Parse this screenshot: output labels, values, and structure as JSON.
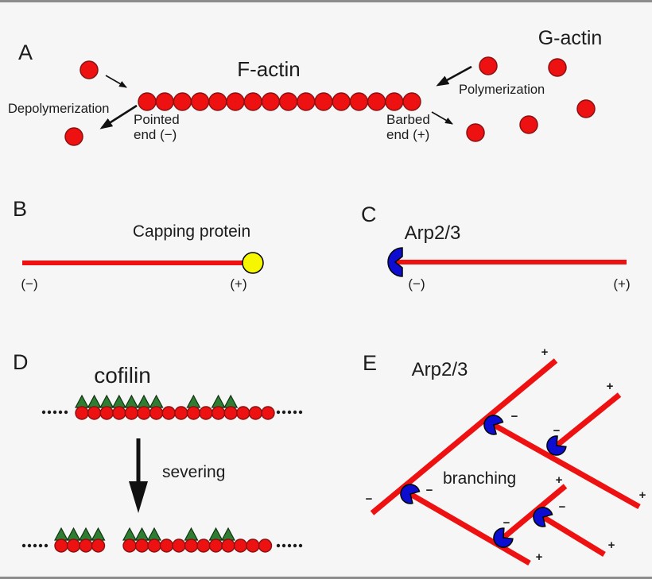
{
  "colors": {
    "background": "#f6f6f6",
    "actin_red": "#ee1111",
    "actin_outline": "#8a1111",
    "cofilin_green": "#2e7d32",
    "arp_blue": "#0d0dd2",
    "capping_yellow": "#f6f600",
    "text": "#1c1c1c",
    "edge_border": "#8c8c8c"
  },
  "panels": {
    "A": {
      "label": "A",
      "f_actin_title": "F-actin",
      "g_actin_title": "G-actin",
      "depolymerization_label": "Depolymerization",
      "polymerization_label": "Polymerization",
      "pointed_end_line1": "Pointed",
      "pointed_end_line2": "end (−)",
      "barbed_end_line1": "Barbed",
      "barbed_end_line2": "end (+)",
      "filament": {
        "bead_count": 16
      },
      "free_monomer_count_left": 2,
      "free_monomer_count_right": 5
    },
    "B": {
      "label": "B",
      "title": "Capping protein",
      "minus_end": "(−)",
      "plus_end": "(+)"
    },
    "C": {
      "label": "C",
      "title": "Arp2/3",
      "minus_end": "(−)",
      "plus_end": "(+)"
    },
    "D": {
      "label": "D",
      "title": "cofilin",
      "process_label": "severing",
      "edge_dot_count": 5,
      "top_filament": {
        "bead_count": 16,
        "cofilin_bound_indices": [
          0,
          1,
          2,
          3,
          4,
          5,
          6,
          9,
          11,
          12
        ]
      },
      "severed_fragments": [
        {
          "bead_count": 4,
          "cofilin_bound_indices": [
            0,
            1,
            2,
            3
          ]
        },
        {
          "bead_count": 12,
          "cofilin_bound_indices": [
            0,
            1,
            2,
            5,
            7,
            8
          ]
        }
      ]
    },
    "E": {
      "label": "E",
      "title": "Arp2/3",
      "process_label": "branching",
      "plus": "+",
      "minus": "−",
      "filament_count": 6,
      "arp_complex_count": 5
    }
  }
}
